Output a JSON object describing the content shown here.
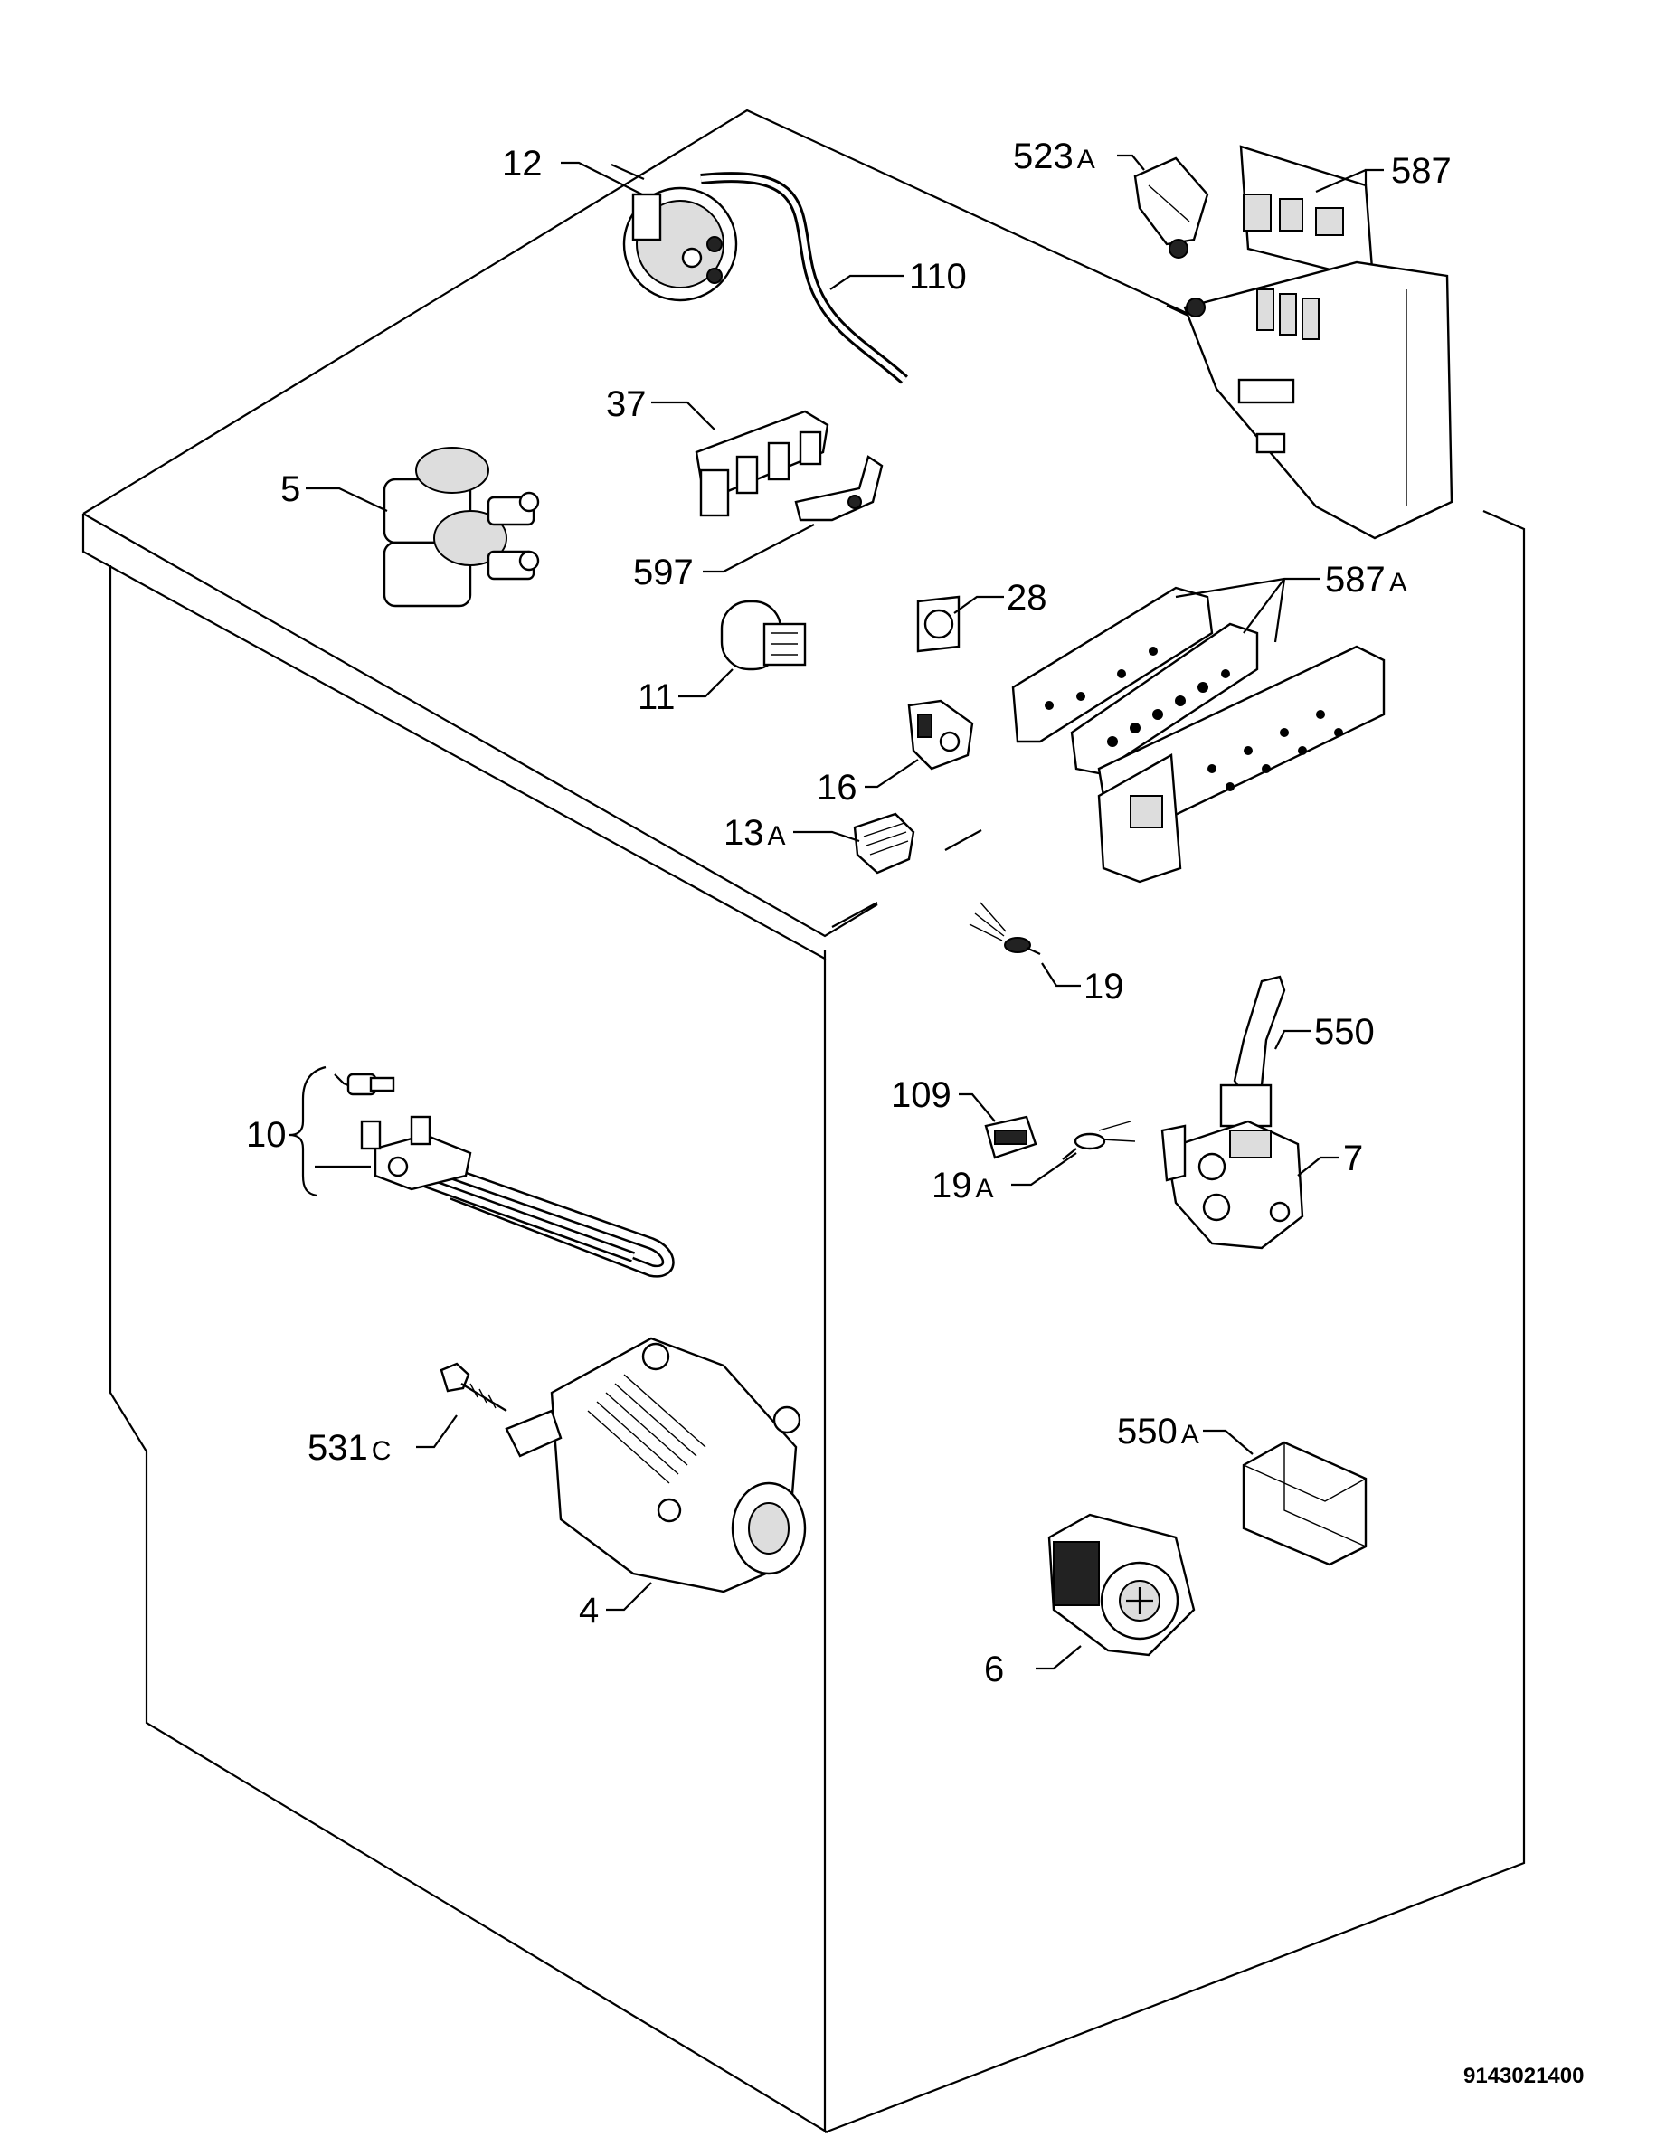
{
  "diagram_code": "9143021400",
  "labels": {
    "l12": "12",
    "l110": "110",
    "l523a": "523",
    "l523a_suffix": "A",
    "l587": "587",
    "l37": "37",
    "l5": "5",
    "l597": "597",
    "l28": "28",
    "l587a": "587",
    "l587a_suffix": "A",
    "l11": "11",
    "l16": "16",
    "l13a": "13",
    "l13a_suffix": "A",
    "l19": "19",
    "l550": "550",
    "l109": "109",
    "l10": "10",
    "l19a": "19",
    "l19a_suffix": "A",
    "l7": "7",
    "l531c": "531",
    "l531c_suffix": "C",
    "l550a": "550",
    "l550a_suffix": "A",
    "l4": "4",
    "l6": "6"
  }
}
